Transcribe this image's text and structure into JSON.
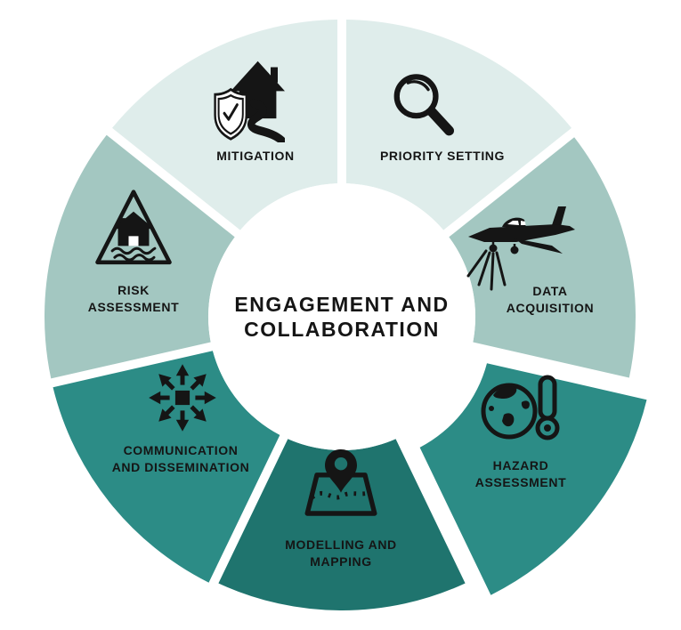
{
  "diagram": {
    "center": {
      "line1": "ENGAGEMENT AND",
      "line2": "COLLABORATION"
    },
    "segments": [
      {
        "name": "mitigation",
        "lines": [
          "MITIGATION"
        ],
        "color": "#dfedeb",
        "icon": "shield-house-road-icon"
      },
      {
        "name": "priority-setting",
        "lines": [
          "PRIORITY SETTING"
        ],
        "color": "#dfedeb",
        "icon": "magnifier-icon"
      },
      {
        "name": "data-acquisition",
        "lines": [
          "DATA",
          "ACQUISITION"
        ],
        "color": "#a3c7c1",
        "icon": "survey-plane-icon"
      },
      {
        "name": "hazard-assessment",
        "lines": [
          "HAZARD",
          "ASSESSMENT"
        ],
        "color": "#2c8c86",
        "icon": "globe-thermometer-icon"
      },
      {
        "name": "modelling-and-mapping",
        "lines": [
          "MODELLING AND",
          "MAPPING"
        ],
        "color": "#1f746e",
        "icon": "map-pin-icon"
      },
      {
        "name": "communication-and-dissemination",
        "lines": [
          "COMMUNICATION",
          "AND DISSEMINATION"
        ],
        "color": "#2c8c86",
        "icon": "radiating-arrows-icon"
      },
      {
        "name": "risk-assessment",
        "lines": [
          "RISK",
          "ASSESSMENT"
        ],
        "color": "#a3c7c1",
        "icon": "flood-warning-icon"
      }
    ],
    "colors": {
      "light": "#dfedeb",
      "medium": "#a3c7c1",
      "teal": "#2c8c86",
      "dark": "#1f746e",
      "ink": "#151515",
      "background": "#ffffff"
    }
  }
}
